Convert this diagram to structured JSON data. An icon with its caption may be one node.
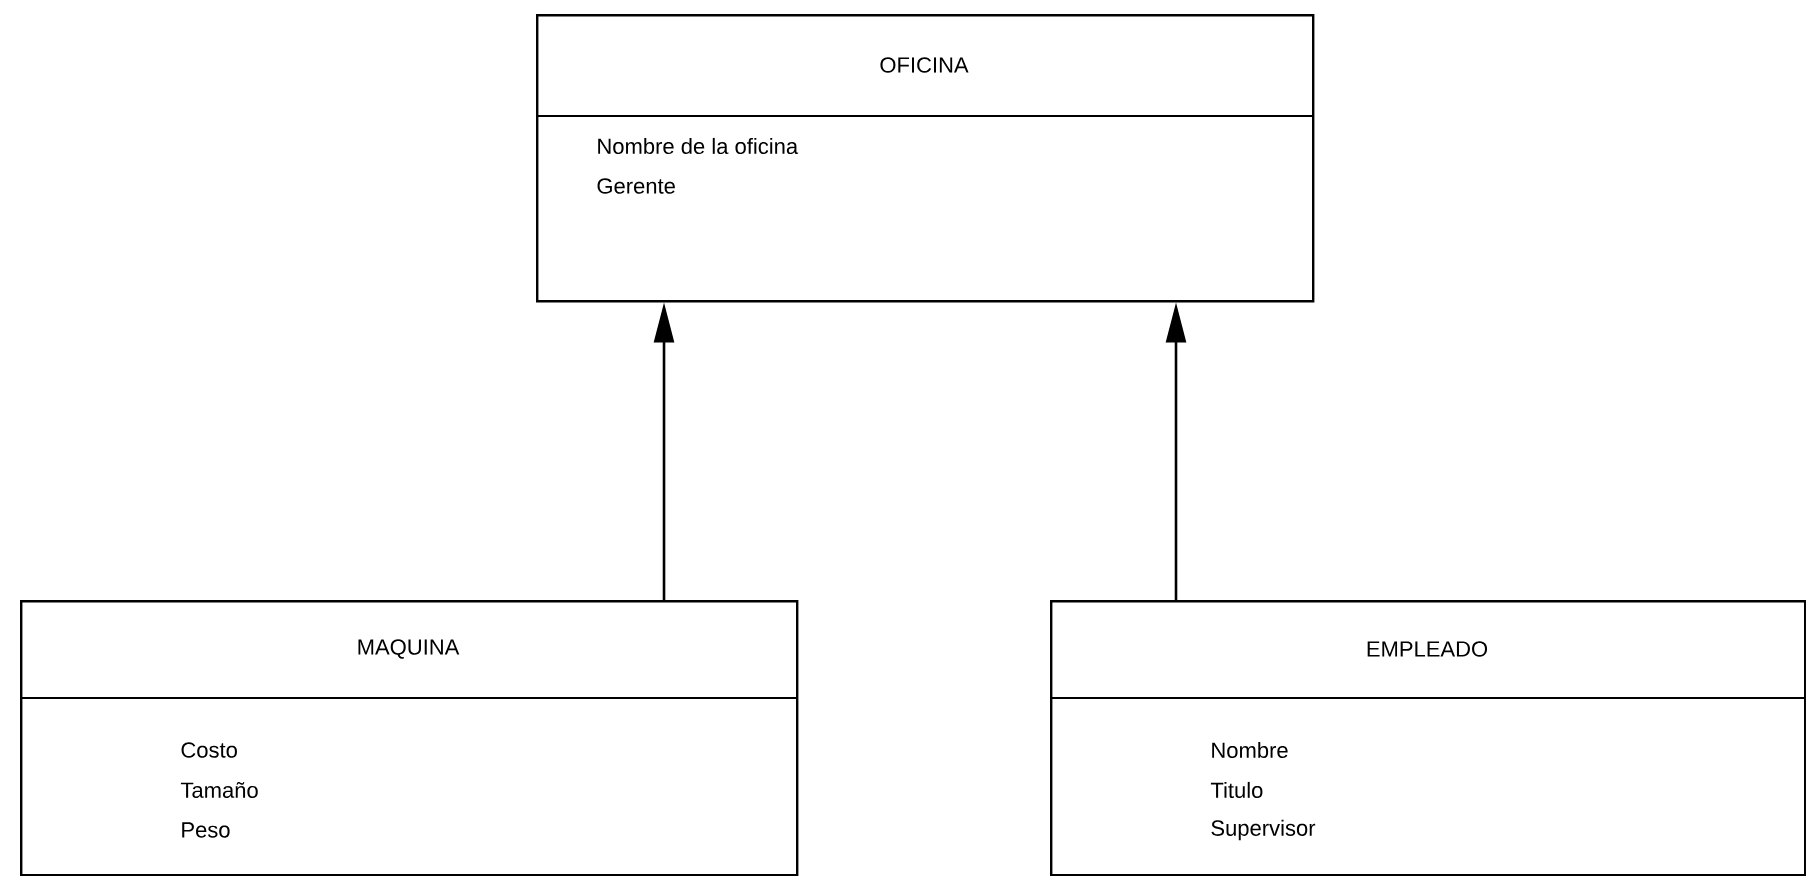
{
  "diagram": {
    "nodes": [
      {
        "text": [
          "OFICINA",
          "Nombre de la oficina",
          "Gerente"
        ]
      },
      {
        "text": [
          "MAQUINA",
          "Costo",
          "Tamaño",
          "Peso"
        ]
      },
      {
        "text": [
          "EMPLEADO",
          "Nombre",
          "Titulo",
          "Supervisor"
        ]
      }
    ],
    "edges": [
      {
        "from": 1,
        "to": 0,
        "arrow": "to"
      },
      {
        "from": 2,
        "to": 0,
        "arrow": "to"
      }
    ]
  }
}
